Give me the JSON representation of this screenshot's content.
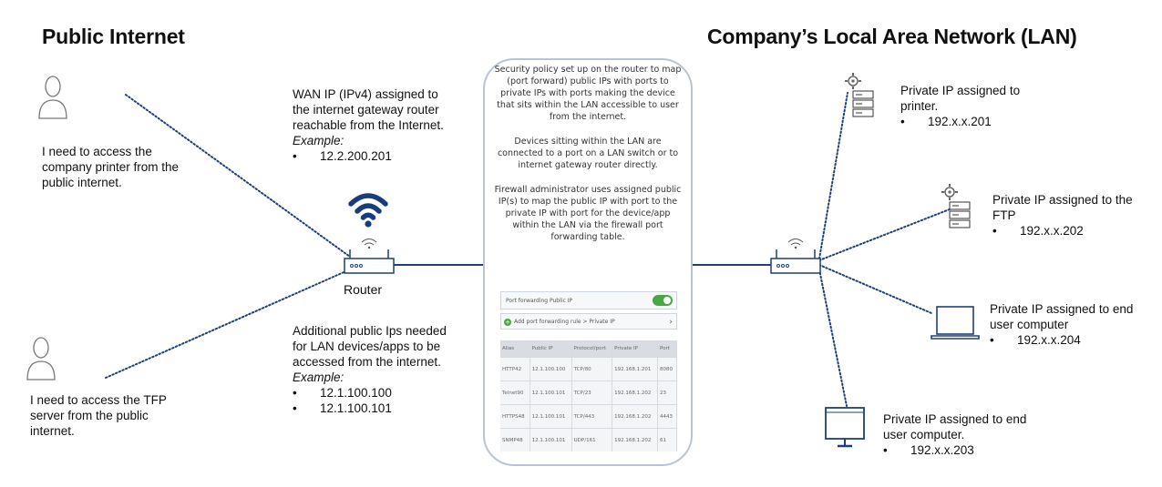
{
  "left_title": "Public Internet",
  "right_title": "Company’s Local Area Network (LAN)",
  "user1": {
    "icon": "user-icon",
    "text": [
      "I need to access the",
      "company printer from the",
      "public internet."
    ]
  },
  "user2": {
    "icon": "user-icon",
    "text": [
      "I need to access the TFP",
      "server from the public",
      "internet."
    ]
  },
  "wan": {
    "lines": [
      "WAN IP (IPv4) assigned to",
      "the internet gateway router",
      "reachable from the Internet."
    ],
    "example_label": "Example:",
    "bullet": "•",
    "ips": [
      "12.2.200.201"
    ]
  },
  "additional": {
    "lines": [
      "Additional public Ips needed",
      "for LAN devices/apps to be",
      "accessed from the internet."
    ],
    "example_label": "Example:",
    "ips": [
      "12.1.100.100",
      "12.1.100.101"
    ]
  },
  "router_label": "Router",
  "phone": {
    "paragraphs": [
      "Security policy set up on the router to map (port forward) public IPs with ports to private IPs with ports making the device that sits within the LAN accessible to user from the internet.",
      "Devices sitting within the LAN are connected to a port on a LAN switch or to internet gateway router directly.",
      "Firewall administrator uses assigned public IP(s) to map the public IP with port to the private IP with port for the device/app within the LAN via the firewall port forwarding table."
    ],
    "pf_title": "Port forwarding Public IP",
    "pf_add": "Add port forwarding rule > Private IP",
    "pf_chevron": "›",
    "table_headers": [
      "Alias",
      "Public IP",
      "Protocol/port",
      "Private IP",
      "Port"
    ],
    "table_rows": [
      [
        "HTTP42",
        "12.1.100.100",
        "TCP/80",
        "192.168.1.201",
        "8080"
      ],
      [
        "Telnet90",
        "12.1.100.101",
        "TCP/23",
        "192.168.1.202",
        "23"
      ],
      [
        "HTTPS48",
        "12.1.100.101",
        "TCP/443",
        "192.168.1.202",
        "4443"
      ],
      [
        "SNMP48",
        "12.1.100.101",
        "UDP/161",
        "192.168.1.202",
        "61"
      ]
    ]
  },
  "devices": [
    {
      "icon": "printer-server-icon",
      "lines": [
        "Private IP assigned to",
        "printer."
      ],
      "ip": "192.x.x.201"
    },
    {
      "icon": "ftp-server-icon",
      "lines": [
        "Private IP assigned to the",
        "FTP"
      ],
      "ip": "192.x.x.202"
    },
    {
      "icon": "laptop-icon",
      "lines": [
        "Private IP assigned to end",
        "user computer"
      ],
      "ip": "192.x.x.204"
    },
    {
      "icon": "desktop-monitor-icon",
      "lines": [
        "Private IP assigned to end",
        "user computer."
      ],
      "ip": "192.x.x.203"
    }
  ],
  "colors": {
    "line": "#1f3f7a",
    "wifi": "#1a3c7c",
    "toggle": "#49a843"
  }
}
